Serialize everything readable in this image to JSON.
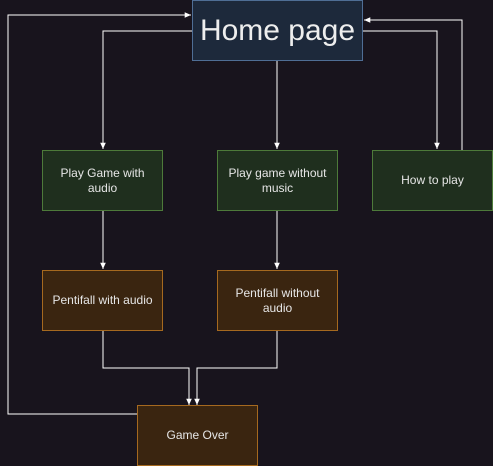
{
  "diagram": {
    "nodes": {
      "home": "Home page",
      "play_audio": "Play Game with audio",
      "play_no_music": "Play game without music",
      "how_to_play": "How to play",
      "pentifall_audio": "Pentifall with audio",
      "pentifall_no_audio": "Pentifall without audio",
      "game_over": "Game Over"
    },
    "edges": [
      {
        "from": "home",
        "to": "play_audio"
      },
      {
        "from": "home",
        "to": "play_no_music"
      },
      {
        "from": "home",
        "to": "how_to_play"
      },
      {
        "from": "how_to_play",
        "to": "home"
      },
      {
        "from": "play_audio",
        "to": "pentifall_audio"
      },
      {
        "from": "play_no_music",
        "to": "pentifall_no_audio"
      },
      {
        "from": "pentifall_audio",
        "to": "game_over"
      },
      {
        "from": "pentifall_no_audio",
        "to": "game_over"
      },
      {
        "from": "game_over",
        "to": "home"
      }
    ],
    "colors": {
      "background": "#18141d",
      "edge": "#ffffff",
      "home_fill": "#1d293b",
      "home_stroke": "#4f6e95",
      "action_fill": "#1f2f1e",
      "action_stroke": "#4d7a3a",
      "game_fill": "#3a2510",
      "game_stroke": "#a5691f"
    }
  }
}
